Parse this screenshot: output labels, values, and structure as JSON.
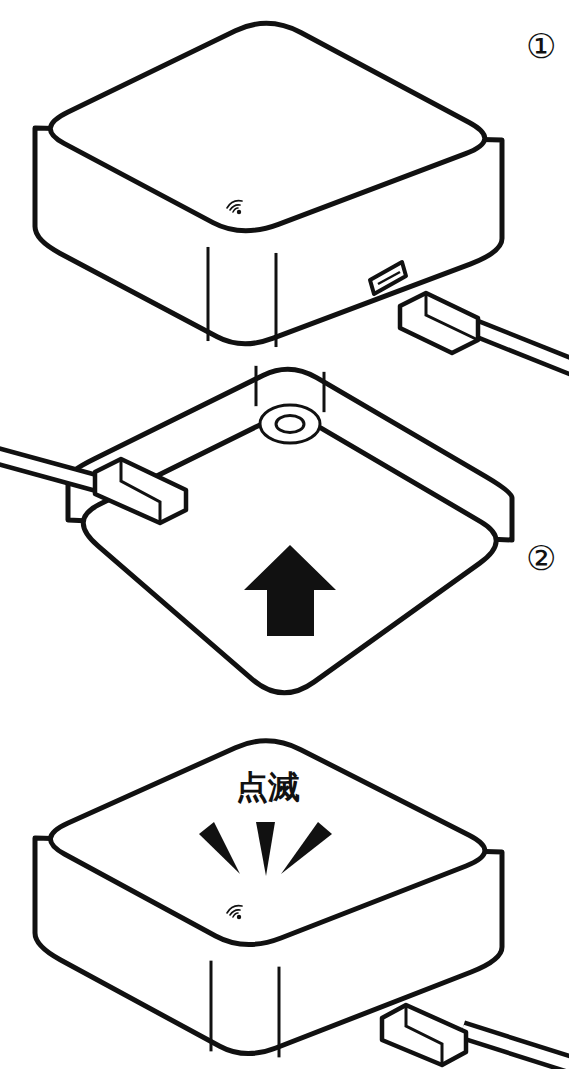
{
  "diagram": {
    "labels": [
      "①",
      "②",
      "点滅"
    ]
  }
}
